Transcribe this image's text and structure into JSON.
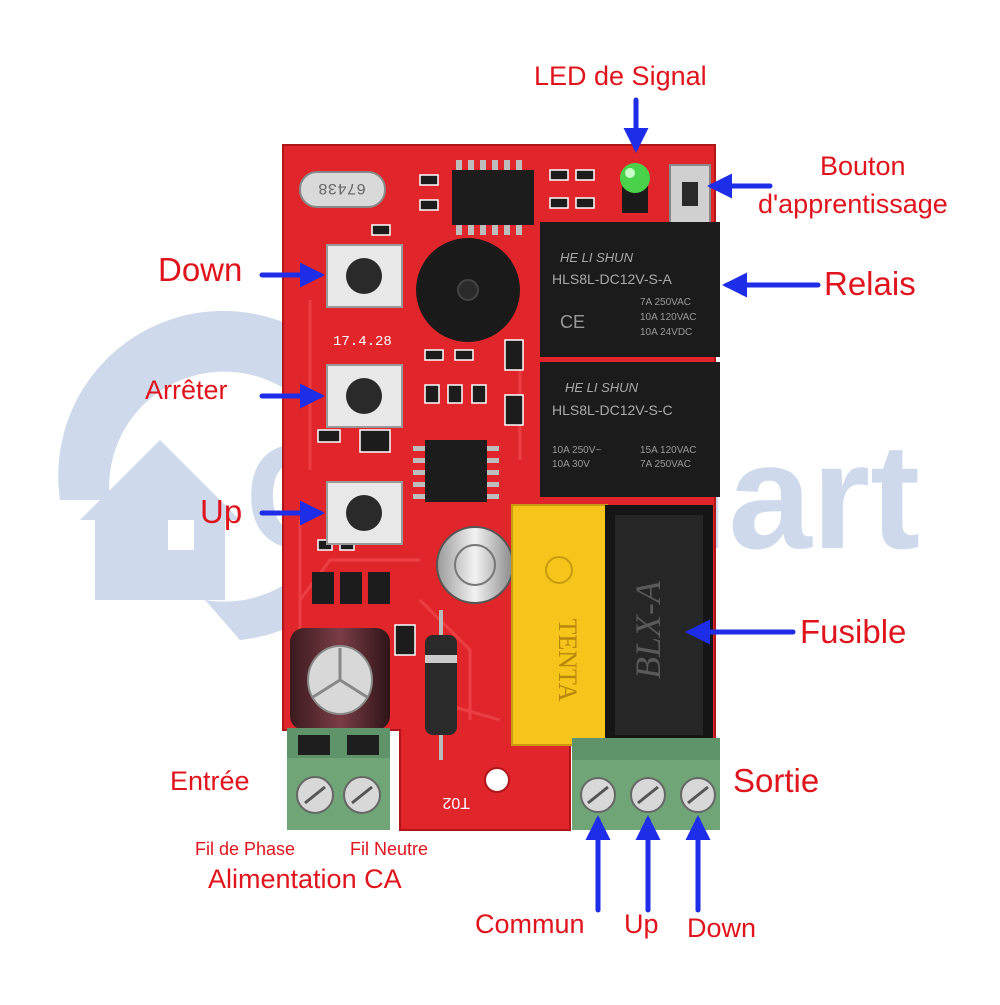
{
  "watermark": {
    "brand": "CozyMart",
    "color": "#c9d6ea"
  },
  "colors": {
    "label": "#e0141c",
    "arrow": "#1e2ee8",
    "board": "#e0252b"
  },
  "board": {
    "crystal_text": "67438",
    "date_code": "17.4.28",
    "relay_top": {
      "brand": "HE LI SHUN",
      "model": "HLS8L-DC12V-S-A",
      "ratings": [
        "7A 250VAC",
        "10A 120VAC",
        "10A 24VDC"
      ]
    },
    "relay_bottom": {
      "brand": "HE LI SHUN",
      "model": "HLS8L-DC12V-S-C",
      "ratings_left": [
        "10A 250V~",
        "10A 30V"
      ],
      "ratings_right": [
        "15A 120VAC",
        "7A 250VAC"
      ]
    },
    "capacitor_brand": "TENTA",
    "fuse_text": "BLX-A",
    "board_code": "T02"
  },
  "labels": {
    "led": "LED de Signal",
    "learn_line1": "Bouton",
    "learn_line2": "d'apprentissage",
    "down": "Down",
    "relais": "Relais",
    "stop": "Arrêter",
    "up": "Up",
    "fusible": "Fusible",
    "entree": "Entrée",
    "sortie": "Sortie",
    "phase": "Fil de Phase",
    "neutre": "Fil Neutre",
    "alim": "Alimentation CA",
    "commun": "Commun",
    "out_up": "Up",
    "out_down": "Down"
  }
}
